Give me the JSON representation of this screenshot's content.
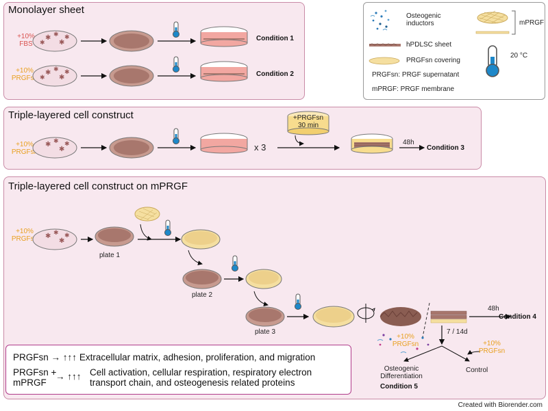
{
  "panels": {
    "monolayer": {
      "title": "Monolayer sheet"
    },
    "triple": {
      "title": "Triple-layered cell construct"
    },
    "mprgf": {
      "title": "Triple-layered cell construct on mPRGF"
    }
  },
  "media": {
    "fbs_line1": "+10%",
    "fbs_line2": "FBS",
    "prgf_line1": "+10%",
    "prgf_line2": "PRGFsn"
  },
  "conditions": {
    "c1": "Condition 1",
    "c2": "Condition 2",
    "c3": "Condition 3",
    "c4": "Condition 4",
    "c5": "Condition 5"
  },
  "triple_labels": {
    "times": "x 3",
    "covering_line1": "+PRGFsn",
    "covering_line2": "30 min",
    "hours": "48h"
  },
  "mprgf_labels": {
    "plate1": "plate 1",
    "plate2": "plate 2",
    "plate3": "plate 3",
    "hours": "48h",
    "days": "7 / 14d",
    "osteo_line1": "Osteogenic",
    "osteo_line2": "Differentiation",
    "control": "Control"
  },
  "legend": {
    "inductors_line1": "Osteogenic",
    "inductors_line2": "inductors",
    "sheet": "hPDLSC sheet",
    "covering": "PRGFsn covering",
    "abbr_sn": "PRGFsn: PRGF supernatant",
    "abbr_m": "mPRGF: PRGF membrane",
    "membrane": "mPRGF",
    "temp": "20 °C"
  },
  "summary": {
    "row1_label": "PRGFsn",
    "row1_text": "Extracellular matrix, adhesion, proliferation, and migration",
    "row2_label_line1": "PRGFsn +",
    "row2_label_line2": "mPRGF",
    "row2_text_line1": "Cell activation, cellular respiration, respiratory electron",
    "row2_text_line2": "transport chain, and osteogenesis related proteins",
    "arrows": "↑↑↑"
  },
  "credit": "Created with Biorender.com",
  "colors": {
    "orange": "#e8a020",
    "red": "#d9534f",
    "panel_bg": "#f8e8ef",
    "panel_border": "#c98aa6",
    "summary_border": "#b03a8a"
  }
}
